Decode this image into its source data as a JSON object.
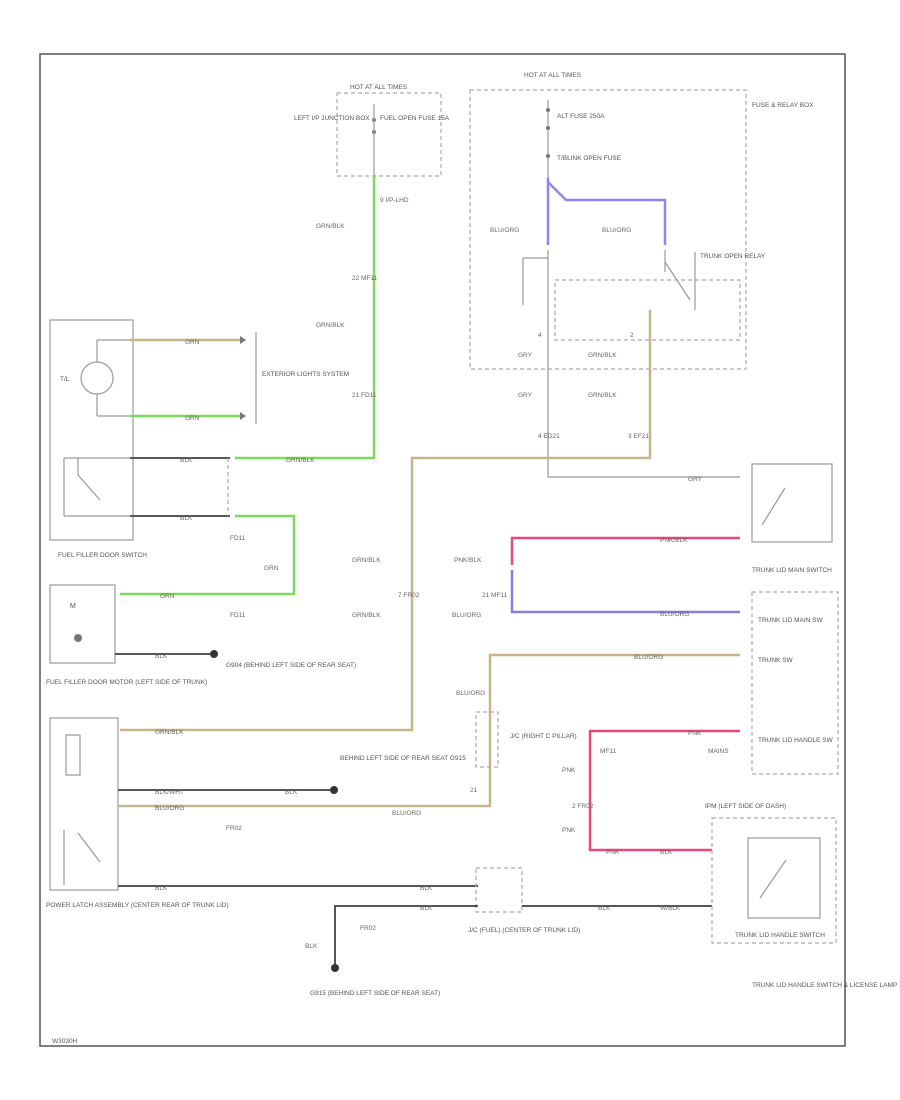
{
  "colors": {
    "green": "#7CDB5A",
    "tan": "#C8B48A",
    "pink": "#E8487A",
    "purple": "#8A7CE0",
    "gray": "#909090",
    "dark": "#444444",
    "blueviolet": "#8F86F0"
  },
  "fuses": {
    "hot_left": "HOT AT ALL TIMES",
    "junction_box": "LEFT I/P JUNCTION BOX",
    "fuse_left": "FUEL OPEN FUSE 15A",
    "hot_right": "HOT AT ALL TIMES",
    "alt_fuse": "ALT FUSE 250A",
    "trunk_fuse": "T/BLINK OPEN FUSE",
    "fuse_relay_box": "FUSE & RELAY BOX",
    "trunk_relay": "TRUNK OPEN RELAY"
  },
  "wires": {
    "ip_lhd": "9  I/P-LHD",
    "grn_blk_1": "GRN/BLK",
    "mf11_1": "22  MF11",
    "grn_blk_2": "GRN/BLK",
    "fd11_1": "21  FD11",
    "blu_org_1": "BLU/ORG",
    "blu_org_2": "BLU/ORG",
    "gry_1": "GRY",
    "gry_2": "GRY",
    "grn_blk_3": "GRN/BLK",
    "grn_blk_4": "GRN/BLK",
    "ed21": "4  ED21",
    "ef21": "3  EF21",
    "pin_4": "4",
    "pin_2": "2",
    "grn_1": "GRN",
    "grn_2": "GRN",
    "blk_1": "BLK",
    "blk_2": "BLK",
    "grn_blk_5": "GRN/BLK",
    "fd11_2": "FD11",
    "grn_3": "GRN",
    "grn_4": "GRN",
    "fd11_3": "FD11",
    "blk_3": "BLK",
    "gry_3": "GRY",
    "pnk_blk_1": "PNK/BLK",
    "pnk_blk_2": "PNK/BLK",
    "mf11_2": "21  MF11",
    "blu_org_3": "BLU/ORG",
    "blu_org_4": "BLU/ORG",
    "grn_blk_6": "GRN/BLK",
    "fr02_1": "7  FR02",
    "grn_blk_7": "GRN/BLK",
    "blu_org_5": "BLU/ORG",
    "blu_org_6": "BLU/ORG",
    "grn_blk_8": "GRN/BLK",
    "blk_wht": "BLK/WHT",
    "blk_4": "BLK",
    "blu_org_7": "BLU/ORG",
    "blu_org_8": "BLU/ORG",
    "fr02_2": "FR02",
    "pin_21": "21",
    "mf11_3": "MF11",
    "pnk_1": "PNK",
    "pnk_2": "PNK",
    "pnk_3": "PNK",
    "fr02_3": "2  FR02",
    "pnk_4": "PNK",
    "w8ck": "W/BLK",
    "blk_5": "BLK",
    "blk_6": "BLK",
    "blk_7": "BLK",
    "blk_8": "BLK",
    "blk_9": "BLK",
    "fr02_4": "FR02",
    "blk_10": "BLK",
    "mains": "MAINS"
  },
  "components": {
    "exterior_lights": "EXTERIOR LIGHTS SYSTEM",
    "fuel_filler_switch": "FUEL FILLER DOOR SWITCH",
    "fuel_filler_motor": "FUEL FILLER DOOR MOTOR (LEFT SIDE OF TRUNK)",
    "power_latch": "POWER LATCH ASSEMBLY (CENTER REAR OF TRUNK LID)",
    "ground_g904": "G904 (BEHIND LEFT SIDE OF REAR SEAT)",
    "ground_g915": "G915 (BEHIND LEFT SIDE OF REAR SEAT)",
    "ground_g916": "BEHIND LEFT SIDE OF REAR SEAT G915",
    "trunk_main_switch": "TRUNK LID MAIN SWITCH",
    "trunk_lid_main_sw": "TRUNK LID MAIN SW",
    "trunk_sw": "TRUNK SW",
    "trunk_handle_sw": "TRUNK LID HANDLE SW",
    "jc_right_c_pillar": "J/C (RIGHT C PILLAR)",
    "jc_trunk_lid": "J/C (FUEL) (CENTER OF TRUNK LID)",
    "trunk_handle_switch_lamp": "TRUNK LID HANDLE SWITCH & LICENSE LAMP",
    "trunk_handle_switch": "TRUNK LID HANDLE SWITCH",
    "left_side_dash": "IPM (LEFT SIDE OF DASH)"
  },
  "footer": "W3030H"
}
